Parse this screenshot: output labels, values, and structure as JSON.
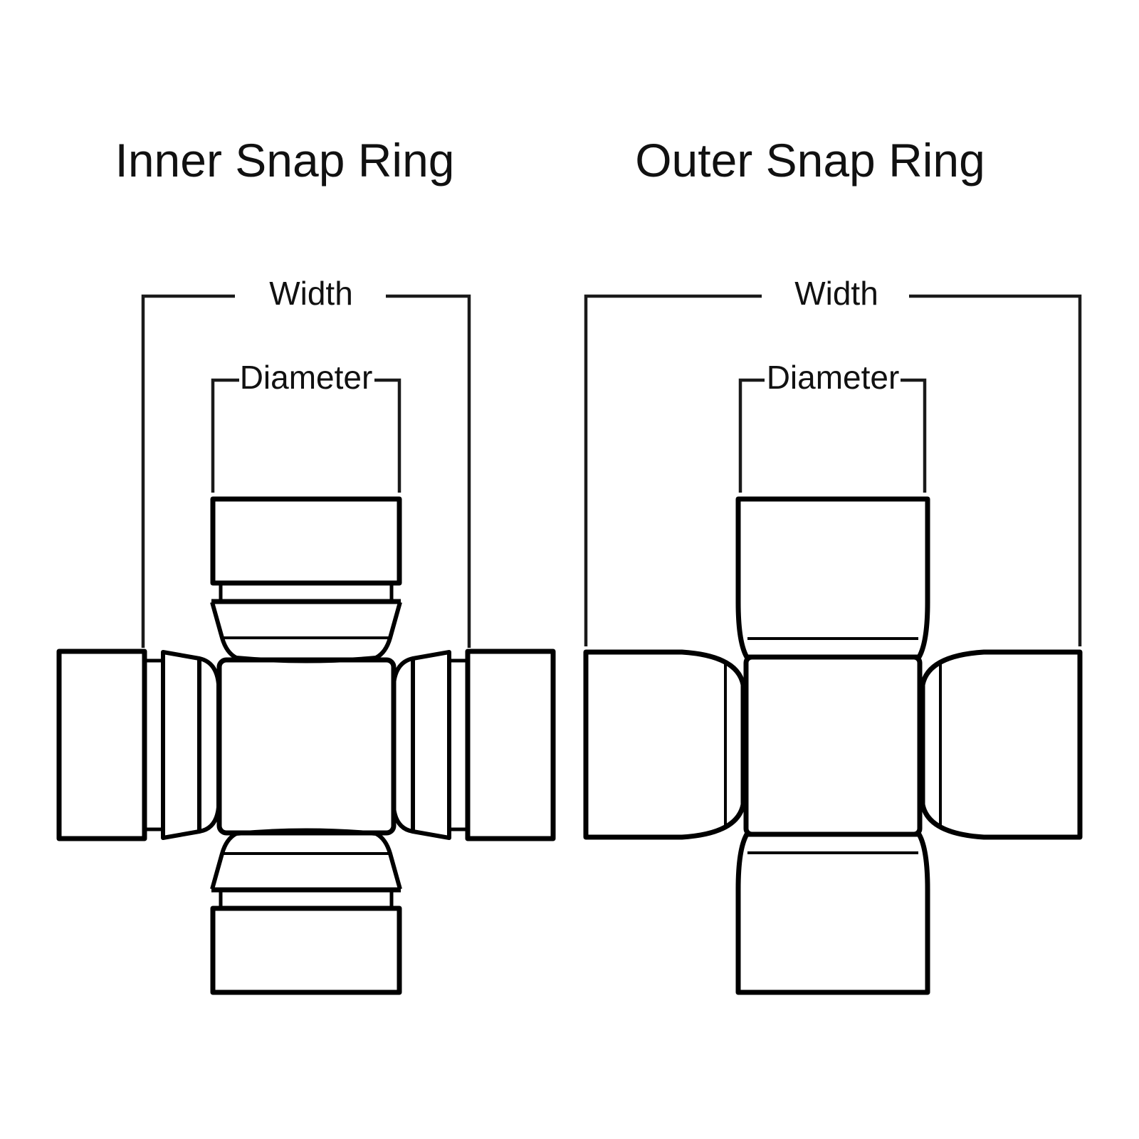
{
  "canvas": {
    "background": "#ffffff",
    "line_color": "#000000"
  },
  "diagrams": {
    "inner": {
      "title": "Inner Snap Ring",
      "width_label": "Width",
      "diameter_label": "Diameter"
    },
    "outer": {
      "title": "Outer Snap Ring",
      "width_label": "Width",
      "diameter_label": "Diameter"
    }
  }
}
